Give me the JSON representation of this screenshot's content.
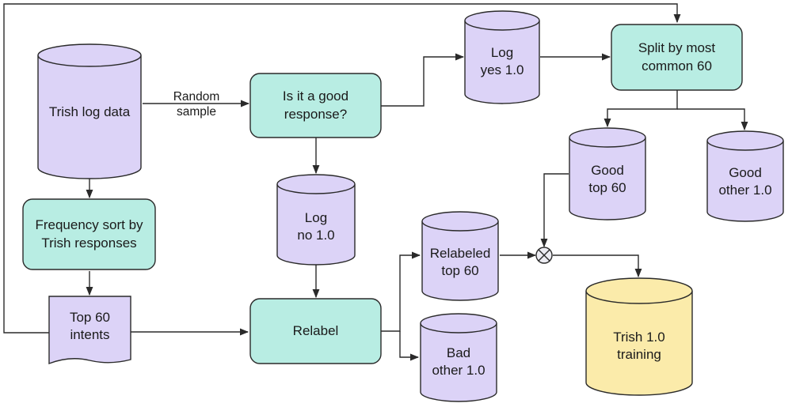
{
  "colors": {
    "store_fill": "#dcd3f7",
    "process_fill": "#b8ede3",
    "training_fill": "#fbebaa",
    "stroke": "#2a2a2a",
    "text": "#1a1a1a"
  },
  "nodes": {
    "trish_log_data": "Trish log data",
    "frequency_sort": "Frequency sort by\nTrish responses",
    "top60_intents": "Top 60\nintents",
    "good_response": "Is it a good\nresponse?",
    "log_no": "Log\nno 1.0",
    "relabel": "Relabel",
    "log_yes": "Log\nyes 1.0",
    "split": "Split by most\ncommon 60",
    "good_top60": "Good\ntop 60",
    "good_other": "Good\nother 1.0",
    "relabeled_top60": "Relabeled\ntop 60",
    "bad_other": "Bad\nother 1.0",
    "trish_training": "Trish 1.0\ntraining"
  },
  "edge_labels": {
    "random_sample": "Random\nsample"
  }
}
